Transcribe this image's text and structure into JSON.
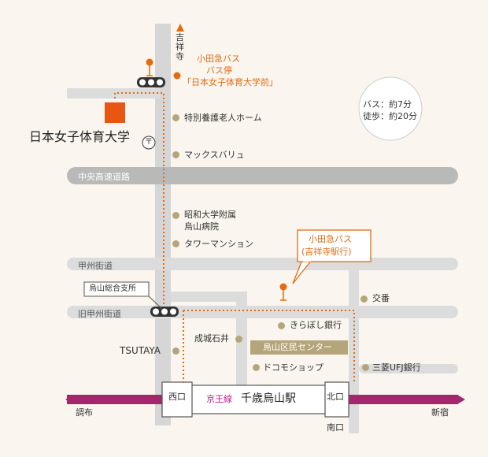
{
  "directions": {
    "north": "吉祥寺",
    "west": "調布",
    "east": "新宿",
    "south_exit": "南口"
  },
  "roads": {
    "expressway": "中央高速道路",
    "koshu": "甲州街道",
    "old_koshu": "旧甲州街道"
  },
  "school": {
    "name": "日本女子体育大学",
    "post_symbol": "〒"
  },
  "bus_stop_top": {
    "line1": "小田急バス",
    "line2": "バス停",
    "line3": "「日本女子体育大学前」"
  },
  "bus_stop_station": {
    "line1": "小田急バス",
    "line2": "(吉祥寺駅行)"
  },
  "info": {
    "bus": "バス：約7分",
    "walk": "徒歩：約20分"
  },
  "landmarks": {
    "nursing_home": "特別養護老人ホーム",
    "maxvalu": "マックスバリュ",
    "hospital_l1": "昭和大学附属",
    "hospital_l2": "烏山病院",
    "tower": "タワーマンション",
    "koban": "交番",
    "kirabosi": "きらぼし銀行",
    "seijo": "成城石井",
    "tsutaya": "TSUTAYA",
    "docomo": "ドコモショップ",
    "ufj": "三菱UFJ銀行",
    "branch": "烏山総合支所",
    "civic": "烏山区民センター"
  },
  "station": {
    "line": "京王線",
    "name": "千歳烏山駅",
    "west_exit": "西口",
    "north_exit": "北口"
  },
  "colors": {
    "orange": "#e36b10",
    "keio": "#a3266f",
    "road": "#d3d3d3",
    "dot": "#b5a57a",
    "civic": "#b5a57a"
  }
}
